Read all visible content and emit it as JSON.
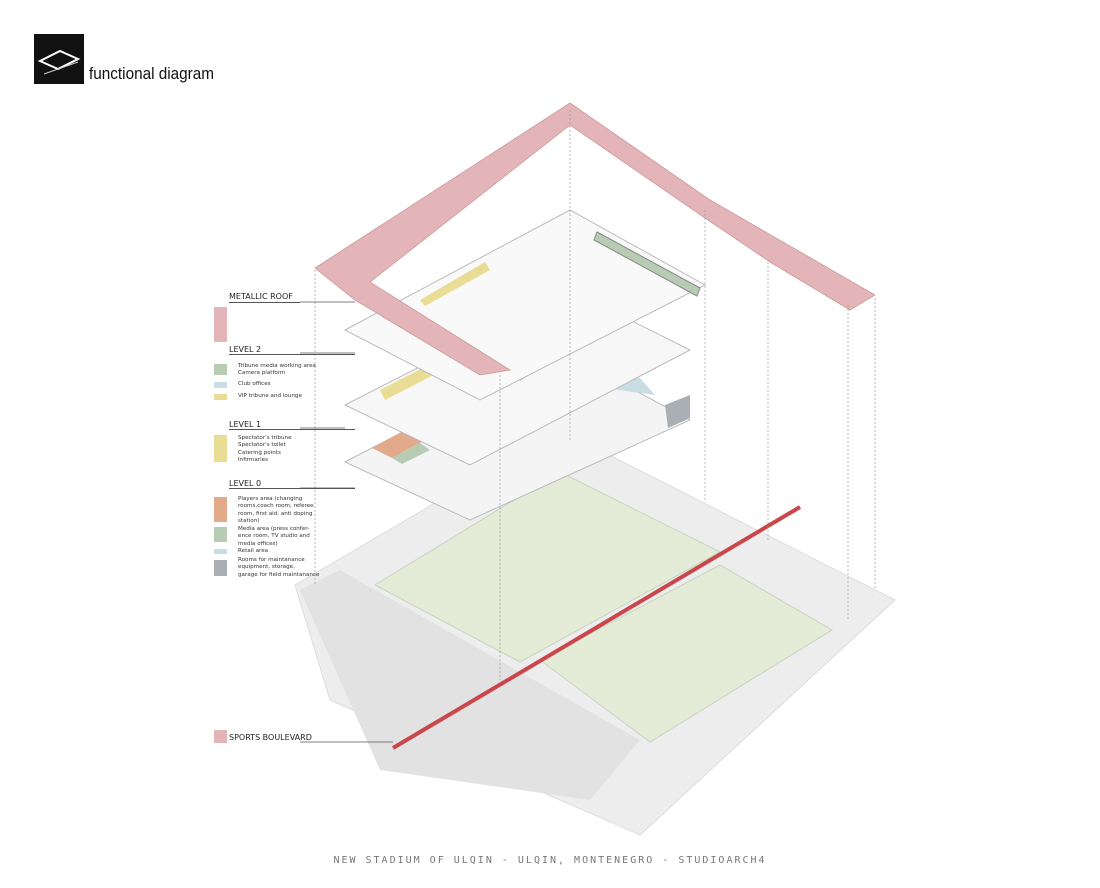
{
  "header": {
    "title": "functional diagram",
    "logo_icon": "studio-logo-icon"
  },
  "colors": {
    "roof": "#e4b5b8",
    "media": "#b8ccb4",
    "club": "#c9dde4",
    "yellow": "#e9dd96",
    "players": "#e2a98a",
    "maintenance": "#a9afb4",
    "boulevard": "#c9474a",
    "field": "#e6eedb",
    "ground": "#ededed"
  },
  "legend": {
    "roof": {
      "heading": "METALLIC ROOF"
    },
    "level2": {
      "heading": "LEVEL 2",
      "items": [
        "Tribune media working area\nCamera platform",
        "Club offices",
        "VIP tribune and lounge"
      ]
    },
    "level1": {
      "heading": "LEVEL 1",
      "items": [
        "Spectator's tribune\nSpectator's toilet\nCatering points\nInfirmaries"
      ]
    },
    "level0": {
      "heading": "LEVEL 0",
      "items": [
        "Players area (changing\nrooms,coach room, referee\nroom, first aid, anti doping\nstation)",
        "Media area (press confer-\nence room, TV studio and\nmedia offices)",
        "Retail area",
        "Rooms for maintanance\nequipment, storage,\ngarage for field maintanance"
      ]
    },
    "boulevard": {
      "heading": "SPORTS BOULEVARD"
    }
  },
  "footer": "NEW STADIUM OF ULQIN - ULQIN, MONTENEGRO - STUDIOARCH4"
}
